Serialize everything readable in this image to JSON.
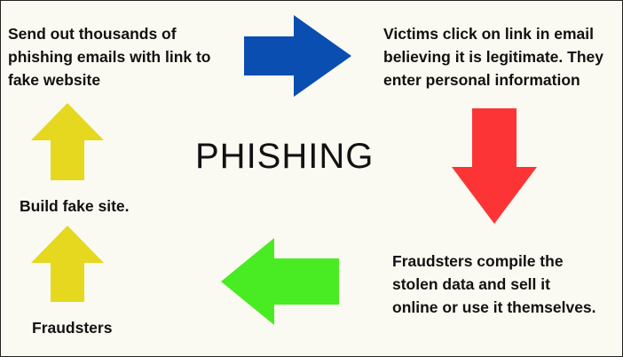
{
  "title": "PHISHING",
  "steps": {
    "send": {
      "lines": [
        "Send out thousands of",
        "phishing emails with link to",
        "fake website"
      ]
    },
    "victims": {
      "lines": [
        "Victims click on link in email",
        "believing it is legitimate. They",
        "enter personal information"
      ]
    },
    "compile": {
      "lines": [
        "Fraudsters compile the",
        "stolen data and sell it",
        "online or use it themselves."
      ]
    },
    "build": {
      "text": "Build fake site."
    },
    "fraudsters": {
      "text": "Fraudsters"
    }
  },
  "colors": {
    "background": "#fbfaf2",
    "arrow_right_blue": "#0a4eb2",
    "arrow_down_red": "#fd3436",
    "arrow_left_green": "#49ec22",
    "arrow_up_yellow": "#e5d81f"
  },
  "arrows": [
    {
      "name": "arrow-right-icon",
      "direction": "right",
      "color": "blue"
    },
    {
      "name": "arrow-down-icon",
      "direction": "down",
      "color": "red"
    },
    {
      "name": "arrow-left-icon",
      "direction": "left",
      "color": "green"
    },
    {
      "name": "arrow-up-icon",
      "direction": "up",
      "color": "yellow"
    },
    {
      "name": "arrow-up-icon",
      "direction": "up",
      "color": "yellow"
    }
  ]
}
